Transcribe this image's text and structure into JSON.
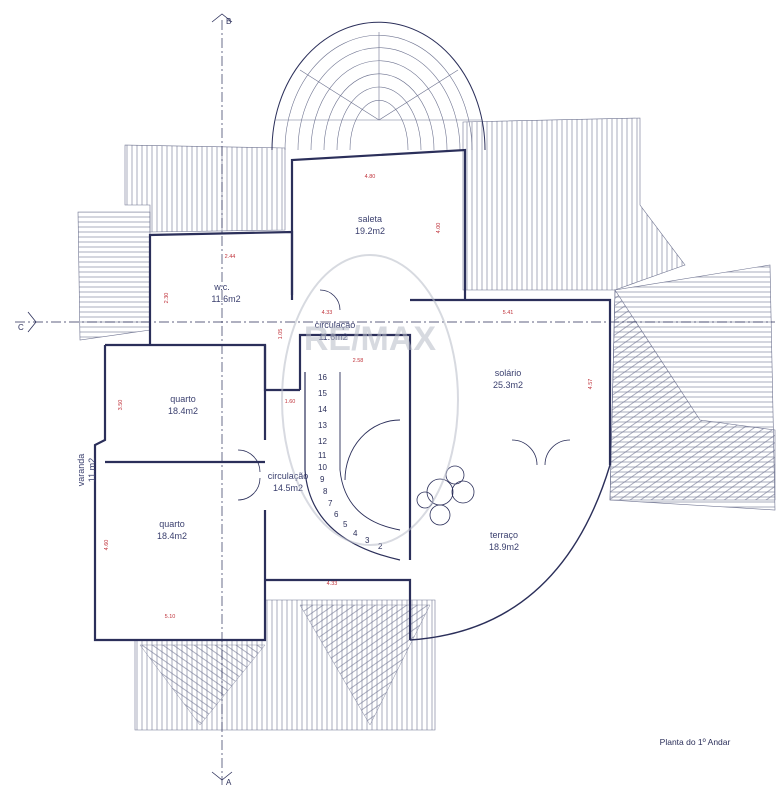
{
  "title": "Planta do 1º Andar",
  "rooms": {
    "saleta": {
      "name": "saleta",
      "area": "19.2m2"
    },
    "wc": {
      "name": "w.c.",
      "area": "11.6m2"
    },
    "circulacao_top": {
      "name": "circulação",
      "area": "11.6m2"
    },
    "solario": {
      "name": "solário",
      "area": "25.3m2"
    },
    "quarto_top": {
      "name": "quarto",
      "area": "18.4m2"
    },
    "quarto_bottom": {
      "name": "quarto",
      "area": "18.4m2"
    },
    "circulacao_mid": {
      "name": "circulação",
      "area": "14.5m2"
    },
    "varanda": {
      "name": "varanda",
      "area": "11.m2"
    },
    "terraco": {
      "name": "terraço",
      "area": "18.9m2"
    }
  },
  "dimensions": [
    "4.80",
    "4.00",
    "2.44",
    "4.33",
    "5.41",
    "2.58",
    "1.05",
    "1.60",
    "4.57",
    "3.50",
    "4.60",
    "5.10",
    "4.33",
    "2.30"
  ],
  "stairs": [
    "16",
    "15",
    "14",
    "13",
    "12",
    "11",
    "10",
    "9",
    "8",
    "7",
    "6",
    "5",
    "4",
    "3",
    "2"
  ],
  "section_marks": {
    "top": "B",
    "bottom": "A",
    "left": "C"
  },
  "watermark": "RE/MAX",
  "colors": {
    "line": "#2b2f5a",
    "hatch": "#6e7390",
    "dimension": "#c0343c",
    "text": "#3a3f6e",
    "watermark": "#b8bcc8"
  }
}
